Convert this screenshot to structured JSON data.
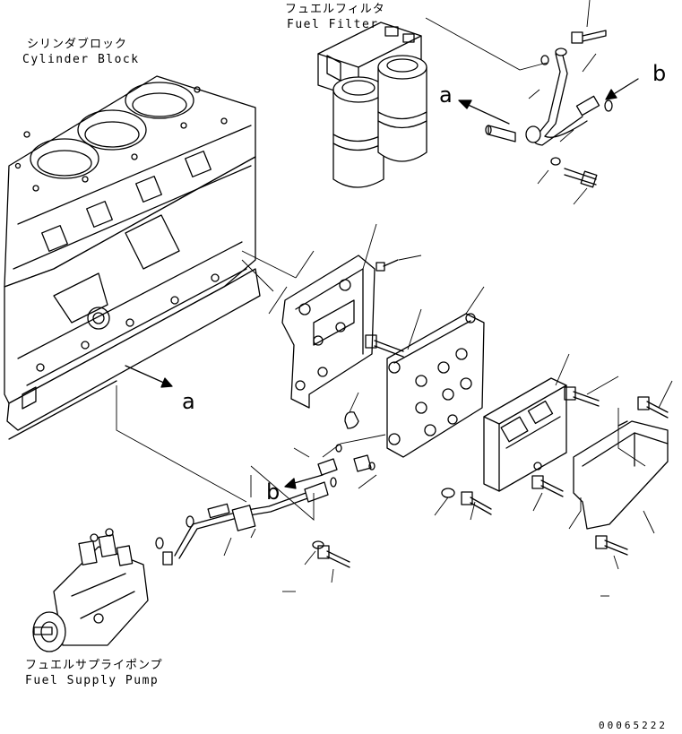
{
  "labels": {
    "fuel_filter_jp": "フュエルフィルタ",
    "fuel_filter_en": "Fuel Filter",
    "cylinder_block_jp": "シリンダブロック",
    "cylinder_block_en": "Cylinder Block",
    "supply_pump_jp": "フュエルサプライポンプ",
    "supply_pump_en": "Fuel Supply Pump"
  },
  "markers": {
    "a_top": "a",
    "b_top": "b",
    "a_mid": "a",
    "b_mid": "b"
  },
  "drawing_number": "00065222"
}
